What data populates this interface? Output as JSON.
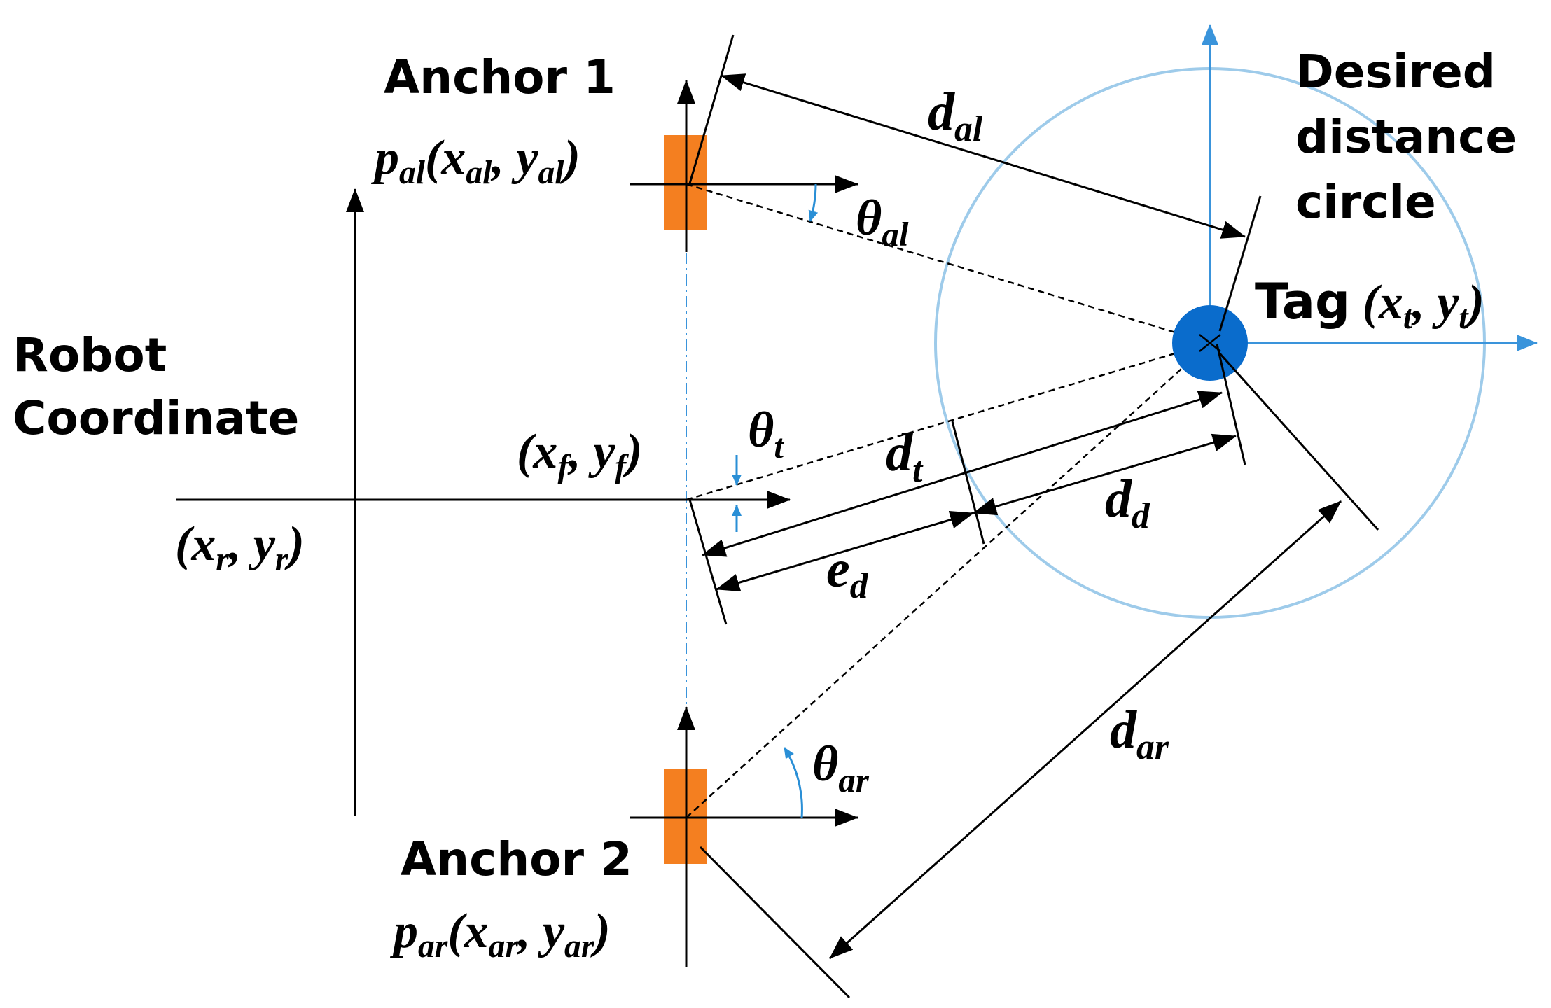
{
  "labels": {
    "anchor1_name": "Anchor 1",
    "anchor1_pos": {
      "p": "p",
      "p_sub": "al",
      "x": "x",
      "x_sub": "al",
      "y": "y",
      "y_sub": "al"
    },
    "anchor2_name": "Anchor 2",
    "anchor2_pos": {
      "p": "p",
      "p_sub": "ar",
      "x": "x",
      "x_sub": "ar",
      "y": "y",
      "y_sub": "ar"
    },
    "robot_line1": "Robot",
    "robot_line2": "Coordinate",
    "robot_origin": {
      "x": "x",
      "x_sub": "r",
      "y": "y",
      "y_sub": "r"
    },
    "front_point": {
      "x": "x",
      "x_sub": "f",
      "y": "y",
      "y_sub": "f"
    },
    "tag_name": "Tag",
    "tag_pos": {
      "x": "x",
      "x_sub": "t",
      "y": "y",
      "y_sub": "t"
    },
    "circle_line1": "Desired",
    "circle_line2": "distance",
    "circle_line3": "circle",
    "d_al": {
      "base": "d",
      "sub": "al"
    },
    "theta_al": {
      "base": "θ",
      "sub": "al"
    },
    "theta_t": {
      "base": "θ",
      "sub": "t"
    },
    "d_t": {
      "base": "d",
      "sub": "t"
    },
    "d_d": {
      "base": "d",
      "sub": "d"
    },
    "e_d": {
      "base": "e",
      "sub": "d"
    },
    "d_ar": {
      "base": "d",
      "sub": "ar"
    },
    "theta_ar": {
      "base": "θ",
      "sub": "ar"
    }
  },
  "colors": {
    "anchor": "#f47f20",
    "tag": "#0a6ccc",
    "circle": "#9ecbea",
    "tag_axes": "#3a94db",
    "angle_arc": "#2a8fd6",
    "line": "#000000"
  }
}
